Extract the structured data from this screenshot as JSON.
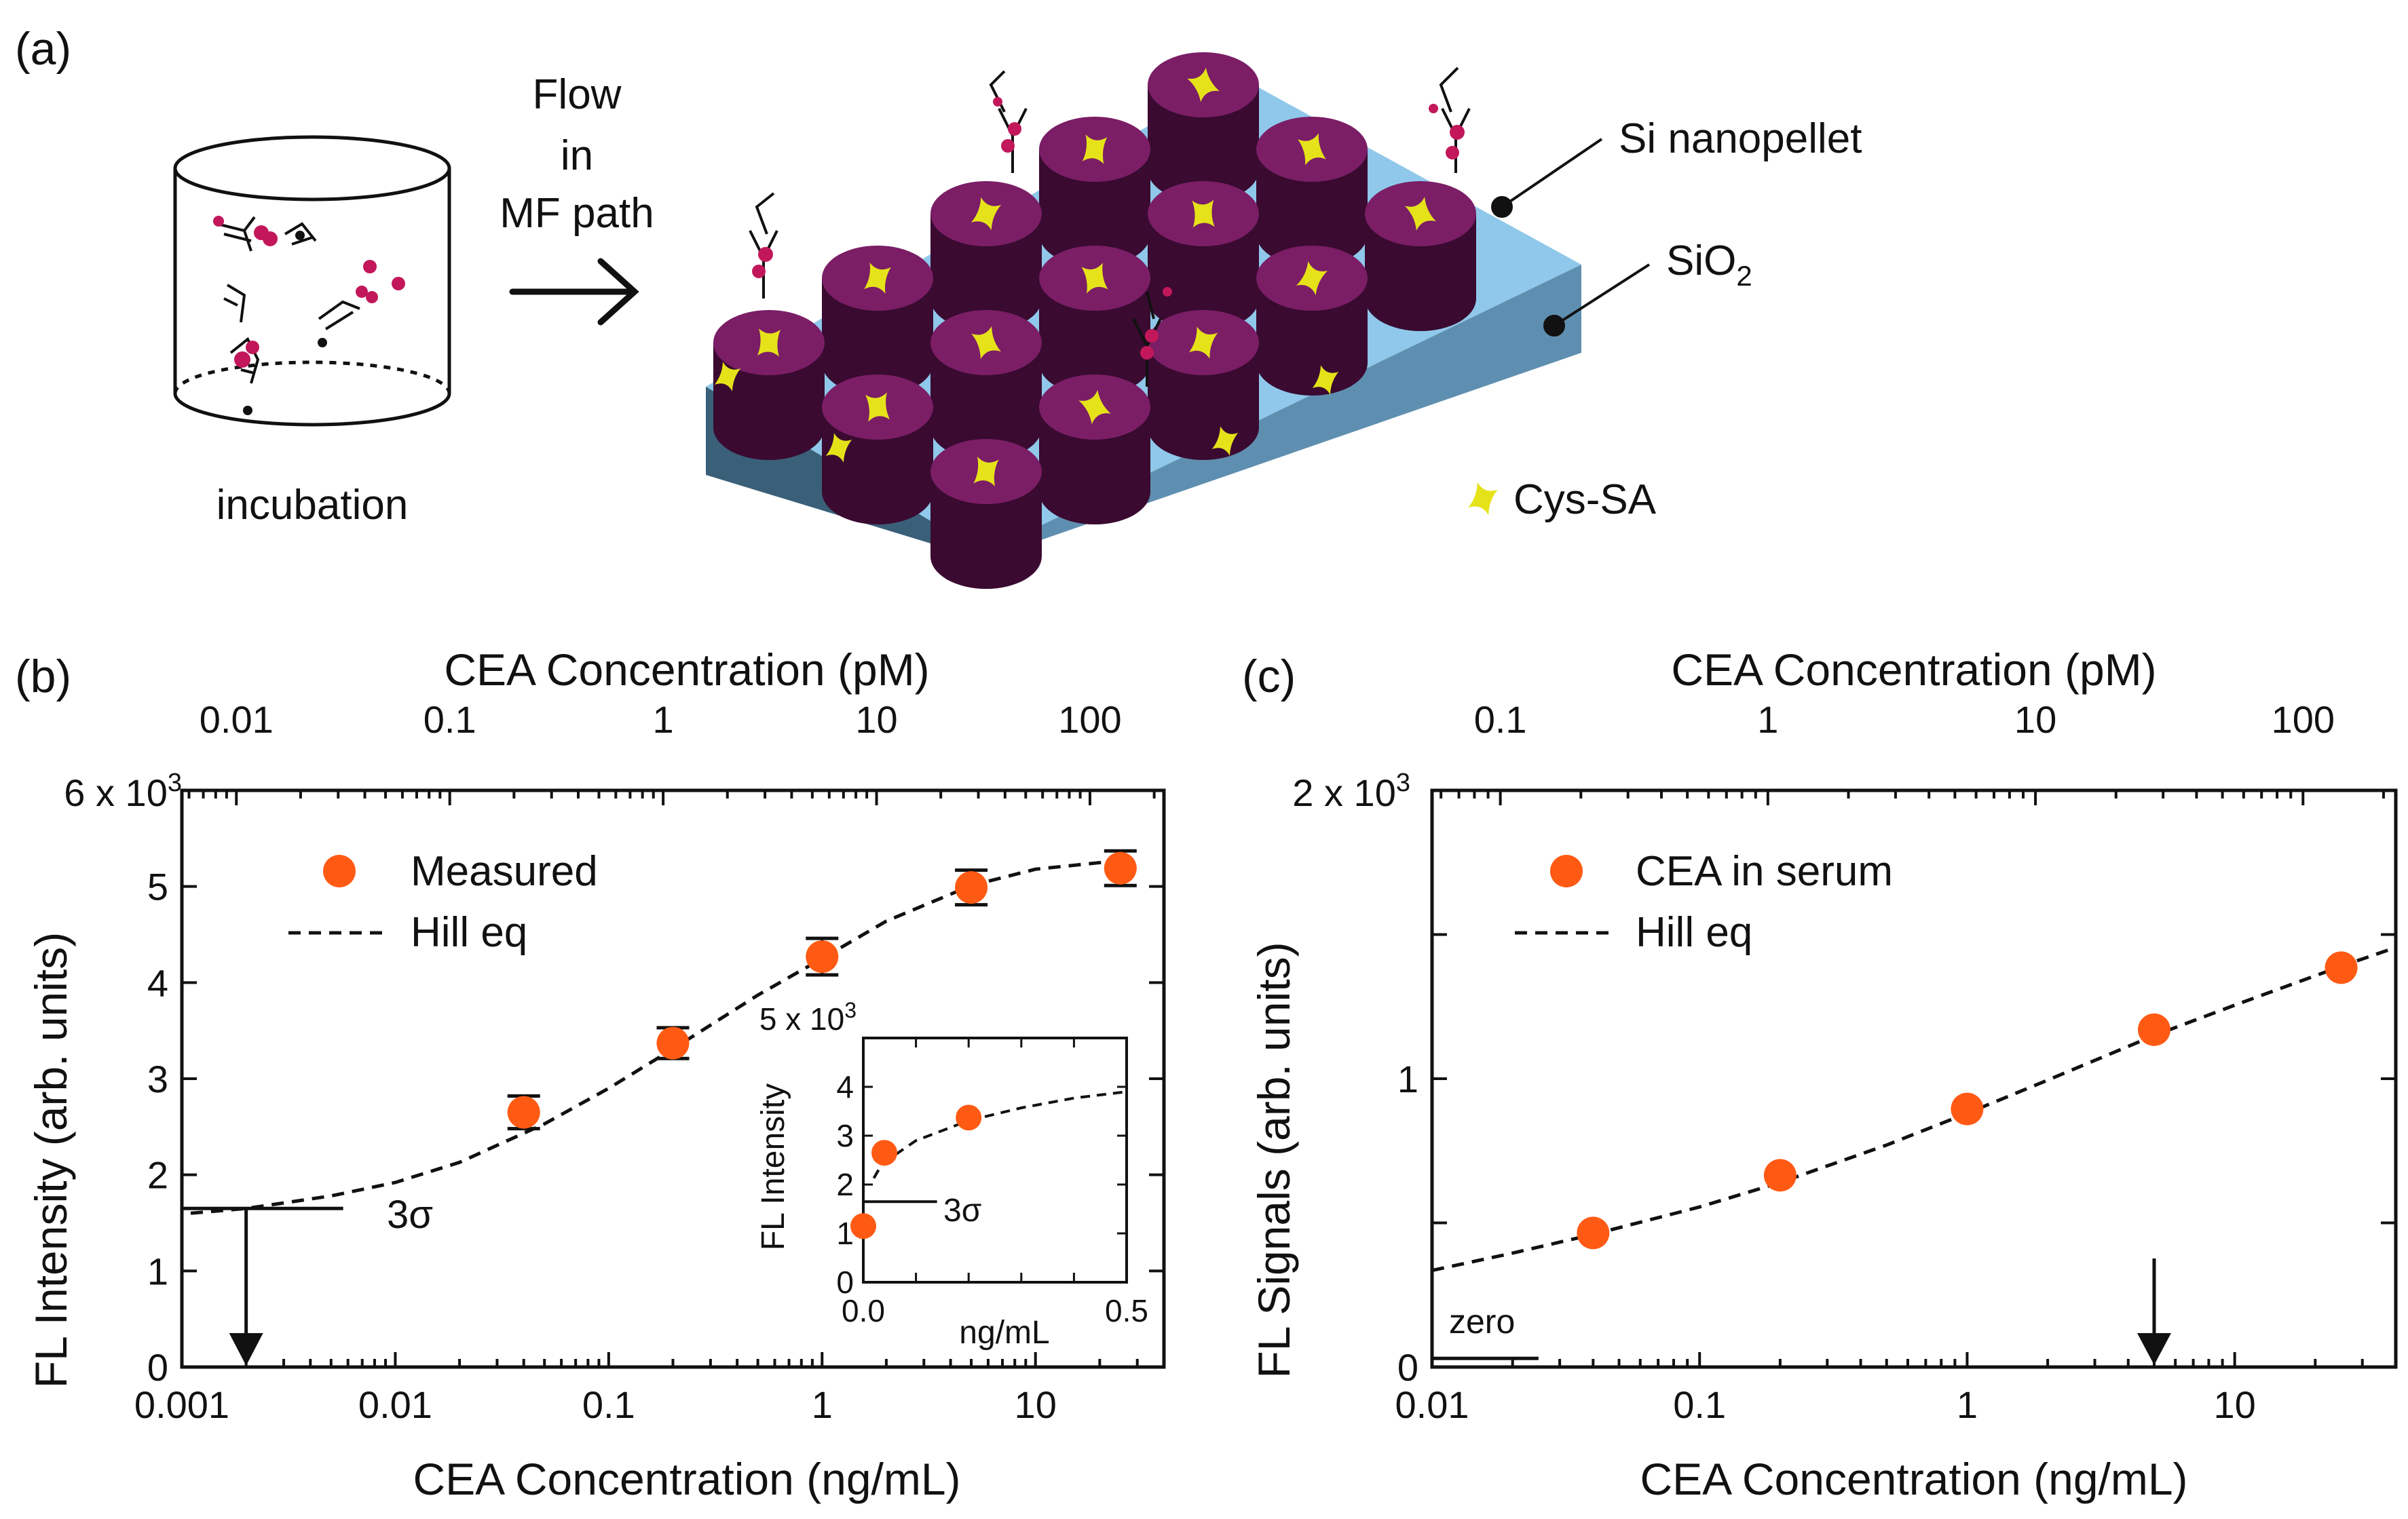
{
  "panel_a": {
    "label": "(a)",
    "incubation_label": "incubation",
    "arrow_label": [
      "Flow",
      "in",
      "MF path"
    ],
    "si_nanopellet_label": "Si nanopellet",
    "sio2_label": "SiO",
    "sio2_subscript": "2",
    "cys_sa_label": "Cys-SA",
    "colors": {
      "pellet_top": "#7b1e66",
      "pellet_side": "#3a0a30",
      "substrate_top": "#8fc8ea",
      "substrate_side": "#3a5f78",
      "cys_sa": "#e6e21a",
      "antigen": "#c2185b"
    }
  },
  "chart_data": [
    {
      "panel": "(b)",
      "type": "scatter",
      "x_scale": "log",
      "xlabel": "CEA Concentration (ng/mL)",
      "x2label": "CEA Concentration (pM)",
      "ylabel": "FL Intensity (arb. units)",
      "xlim": [
        0.001,
        40
      ],
      "ylim": [
        0,
        6000
      ],
      "x_ticks": [
        "0.001",
        "0.01",
        "0.1",
        "1",
        "10"
      ],
      "x2_ticks": [
        "0.01",
        "0.1",
        "1",
        "10",
        "100"
      ],
      "x2_tick_positions_ng_per_mL": [
        0.0018,
        0.018,
        0.18,
        1.8,
        18
      ],
      "y_ticks": [
        "0",
        "1",
        "2",
        "3",
        "4",
        "5"
      ],
      "y_top_label": "6 x 10",
      "y_top_exp": "3",
      "legend": {
        "position": "top-left",
        "entries": [
          "Measured",
          "Hill eq"
        ]
      },
      "series": [
        {
          "name": "Measured",
          "x": [
            0.04,
            0.2,
            1,
            5,
            25
          ],
          "y": [
            2650,
            3370,
            4270,
            4990,
            5190
          ],
          "yerr": [
            170,
            160,
            190,
            180,
            180
          ],
          "color": "#ff5a14"
        },
        {
          "name": "Hill eq",
          "style": "dashed",
          "x": [
            0.0011,
            0.002,
            0.005,
            0.01,
            0.02,
            0.05,
            0.1,
            0.2,
            0.5,
            1,
            2,
            5,
            10,
            25
          ],
          "y": [
            1600,
            1650,
            1780,
            1920,
            2130,
            2530,
            2900,
            3310,
            3870,
            4250,
            4640,
            5010,
            5180,
            5270
          ]
        }
      ],
      "threshold": {
        "label": "3σ",
        "y": 1650,
        "lod_x": 0.002
      },
      "inset": {
        "ylabel": "FL Intensity",
        "xlabel": "ng/mL",
        "xlim": [
          0,
          0.5
        ],
        "ylim": [
          0,
          5000
        ],
        "x_ticks": [
          "0.0",
          "0.5"
        ],
        "y_ticks": [
          "0",
          "1",
          "2",
          "3",
          "4"
        ],
        "y_top_label": "5 x 10",
        "y_top_exp": "3",
        "points": {
          "x": [
            0,
            0.04,
            0.2
          ],
          "y": [
            1150,
            2650,
            3370
          ]
        },
        "hill": {
          "x": [
            0.02,
            0.03,
            0.05,
            0.1,
            0.2,
            0.3,
            0.4,
            0.5
          ],
          "y": [
            2130,
            2320,
            2530,
            2900,
            3310,
            3570,
            3770,
            3900
          ]
        },
        "threshold": {
          "label": "3σ",
          "y": 1650
        }
      }
    },
    {
      "panel": "(c)",
      "type": "scatter",
      "x_scale": "log",
      "xlabel": "CEA Concentration (ng/mL)",
      "x2label": "CEA Concentration (pM)",
      "ylabel": "FL Signals (arb. units)",
      "xlim": [
        0.01,
        40
      ],
      "ylim": [
        0,
        2000
      ],
      "x_ticks": [
        "0.01",
        "0.1",
        "1",
        "10"
      ],
      "x2_ticks": [
        "0.1",
        "1",
        "10",
        "100"
      ],
      "x2_tick_positions_ng_per_mL": [
        0.018,
        0.18,
        1.8,
        18
      ],
      "y_ticks": [
        "0",
        "1"
      ],
      "y_top_label": "2 x 10",
      "y_top_exp": "3",
      "legend": {
        "position": "top-left",
        "entries": [
          "CEA in serum",
          "Hill eq"
        ]
      },
      "series": [
        {
          "name": "CEA in serum",
          "x": [
            0.04,
            0.2,
            1,
            5,
            25
          ],
          "y": [
            465,
            665,
            895,
            1170,
            1385
          ],
          "color": "#ff5a14"
        },
        {
          "name": "Hill eq",
          "style": "dashed",
          "x": [
            0.01,
            0.02,
            0.04,
            0.1,
            0.2,
            0.5,
            1,
            2,
            5,
            10,
            25,
            40
          ],
          "y": [
            335,
            395,
            460,
            555,
            640,
            770,
            880,
            995,
            1150,
            1255,
            1390,
            1455
          ]
        }
      ],
      "zero_label": "zero",
      "zero_level_y": 30,
      "arrow_x": 5
    }
  ]
}
